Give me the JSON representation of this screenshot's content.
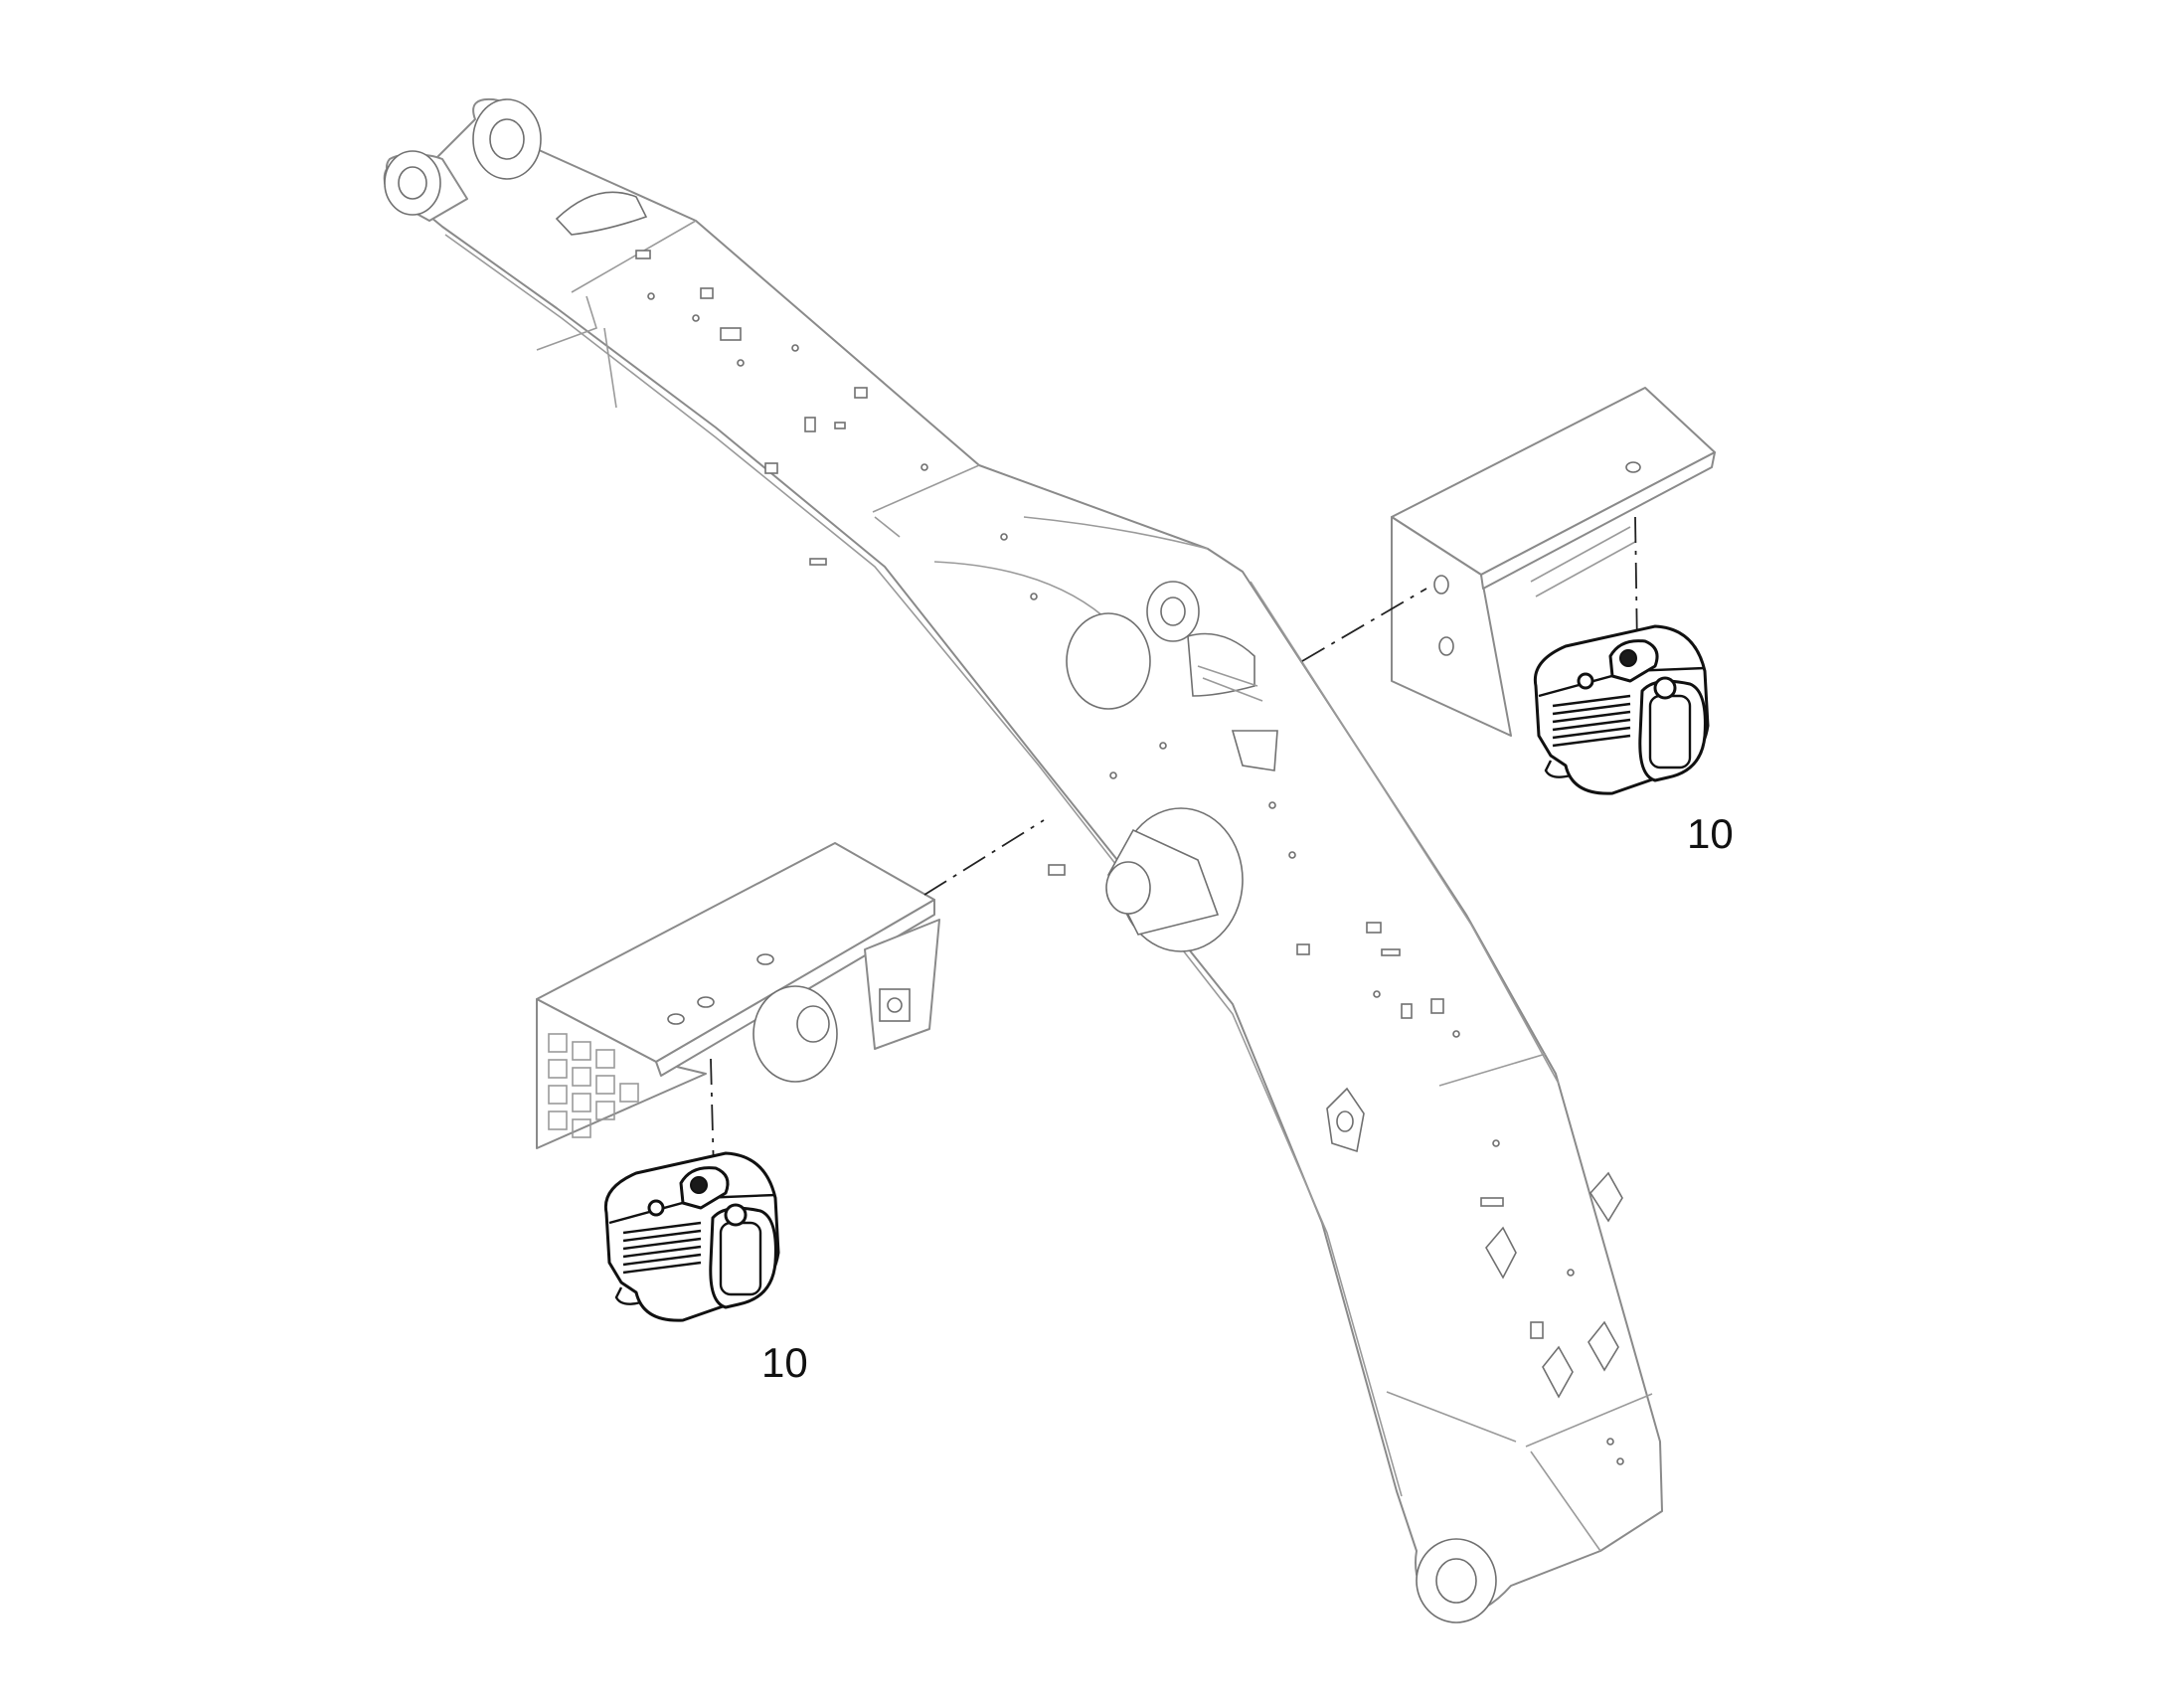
{
  "diagram": {
    "callouts": [
      {
        "id": "work-light-right",
        "label": "10"
      },
      {
        "id": "work-light-left",
        "label": "10"
      }
    ]
  }
}
